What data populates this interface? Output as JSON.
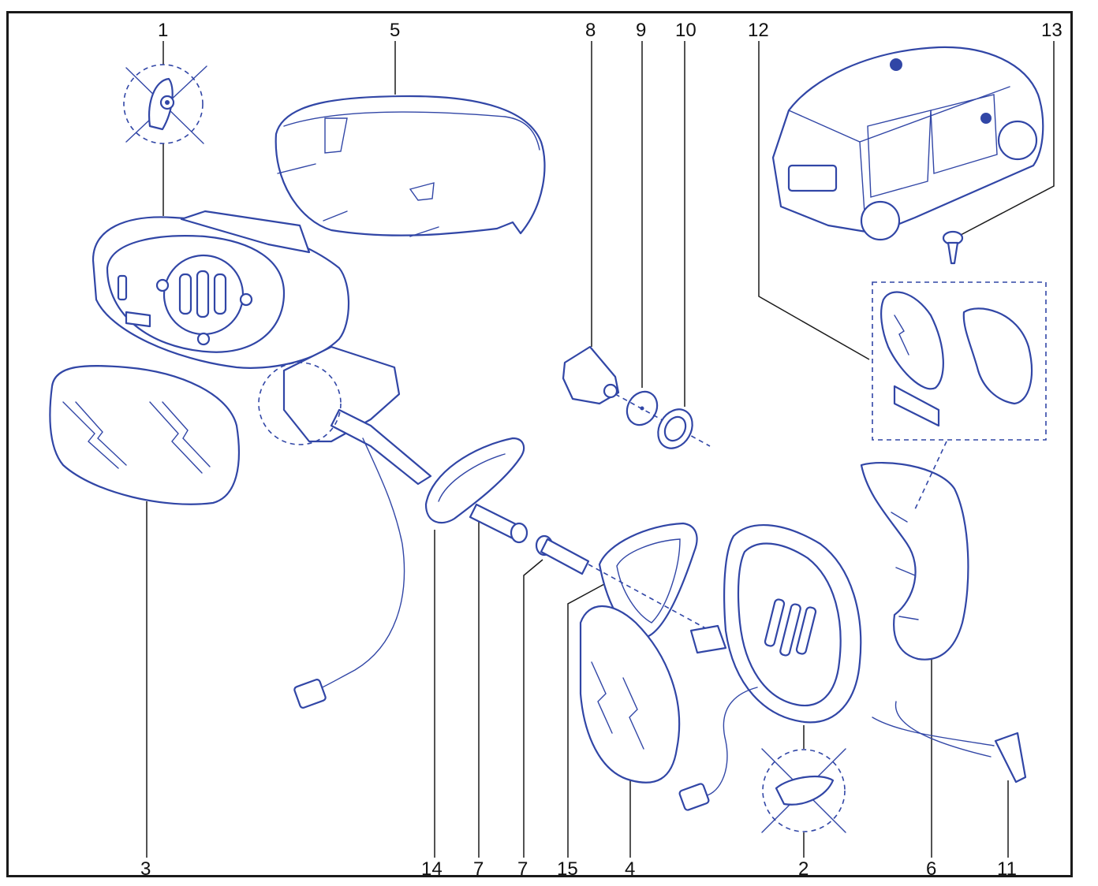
{
  "callouts": {
    "n1": "1",
    "n2": "2",
    "n3": "3",
    "n4": "4",
    "n5": "5",
    "n6": "6",
    "n7a": "7",
    "n7b": "7",
    "n8": "8",
    "n9": "9",
    "n10": "10",
    "n11": "11",
    "n12": "12",
    "n13": "13",
    "n14": "14",
    "n15": "15"
  },
  "colors": {
    "line_art": "#3146a6",
    "leader_lines": "#1a1a1a",
    "frame": "#1a1a1a"
  }
}
